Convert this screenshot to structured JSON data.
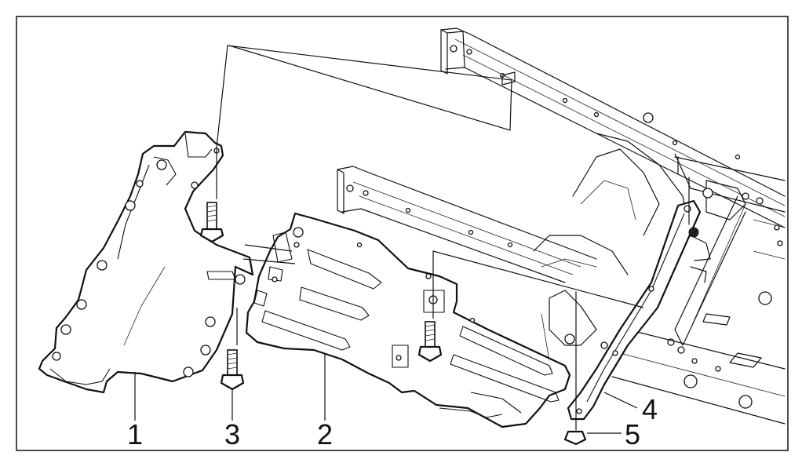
{
  "diagram": {
    "frame_color": "#111111",
    "background_color": "#ffffff",
    "callouts": [
      {
        "id": "1",
        "text": "1",
        "part": "front-underbody-shield"
      },
      {
        "id": "2",
        "text": "2",
        "part": "center-underbody-shield"
      },
      {
        "id": "3",
        "text": "3",
        "part": "shield-bolt"
      },
      {
        "id": "4",
        "text": "4",
        "part": "underbody-reinforcement-bracket"
      },
      {
        "id": "5",
        "text": "5",
        "part": "bracket-nut"
      }
    ]
  }
}
